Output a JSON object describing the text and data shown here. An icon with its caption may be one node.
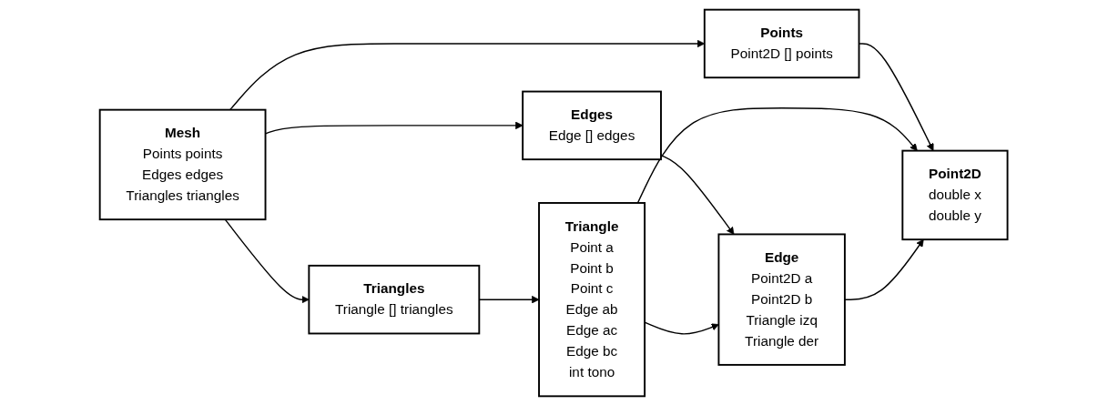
{
  "diagram": {
    "nodes": [
      {
        "text": [
          "Mesh",
          "Points points",
          "Edges edges",
          "Triangles triangles"
        ]
      },
      {
        "text": [
          "Edges",
          "Edge [] edges"
        ]
      },
      {
        "text": [
          "Triangles",
          "Triangle [] triangles"
        ]
      },
      {
        "text": [
          "Points",
          "Point2D [] points"
        ]
      },
      {
        "text": [
          "Edge",
          "Point2D a",
          "Point2D b",
          "Triangle izq",
          "Triangle der"
        ]
      },
      {
        "text": [
          "Triangle",
          "Point a",
          "Point b",
          "Point c",
          "Edge ab",
          "Edge ac",
          "Edge bc",
          "int tono"
        ]
      },
      {
        "text": [
          "Point2D",
          "double x",
          "double y"
        ]
      }
    ],
    "edges": [
      {
        "from": 0,
        "to": 3,
        "arrow": "to"
      },
      {
        "from": 0,
        "to": 2,
        "arrow": "to"
      },
      {
        "from": 0,
        "to": 1,
        "arrow": "to"
      },
      {
        "from": 1,
        "to": 4,
        "arrow": "to"
      },
      {
        "from": 2,
        "to": 5,
        "arrow": "to"
      },
      {
        "from": 3,
        "to": 6,
        "arrow": "to"
      },
      {
        "from": 5,
        "to": 4,
        "arrow": "to"
      },
      {
        "from": 5,
        "to": 6,
        "arrow": "to"
      },
      {
        "from": 4,
        "to": 6,
        "arrow": "to"
      }
    ]
  }
}
